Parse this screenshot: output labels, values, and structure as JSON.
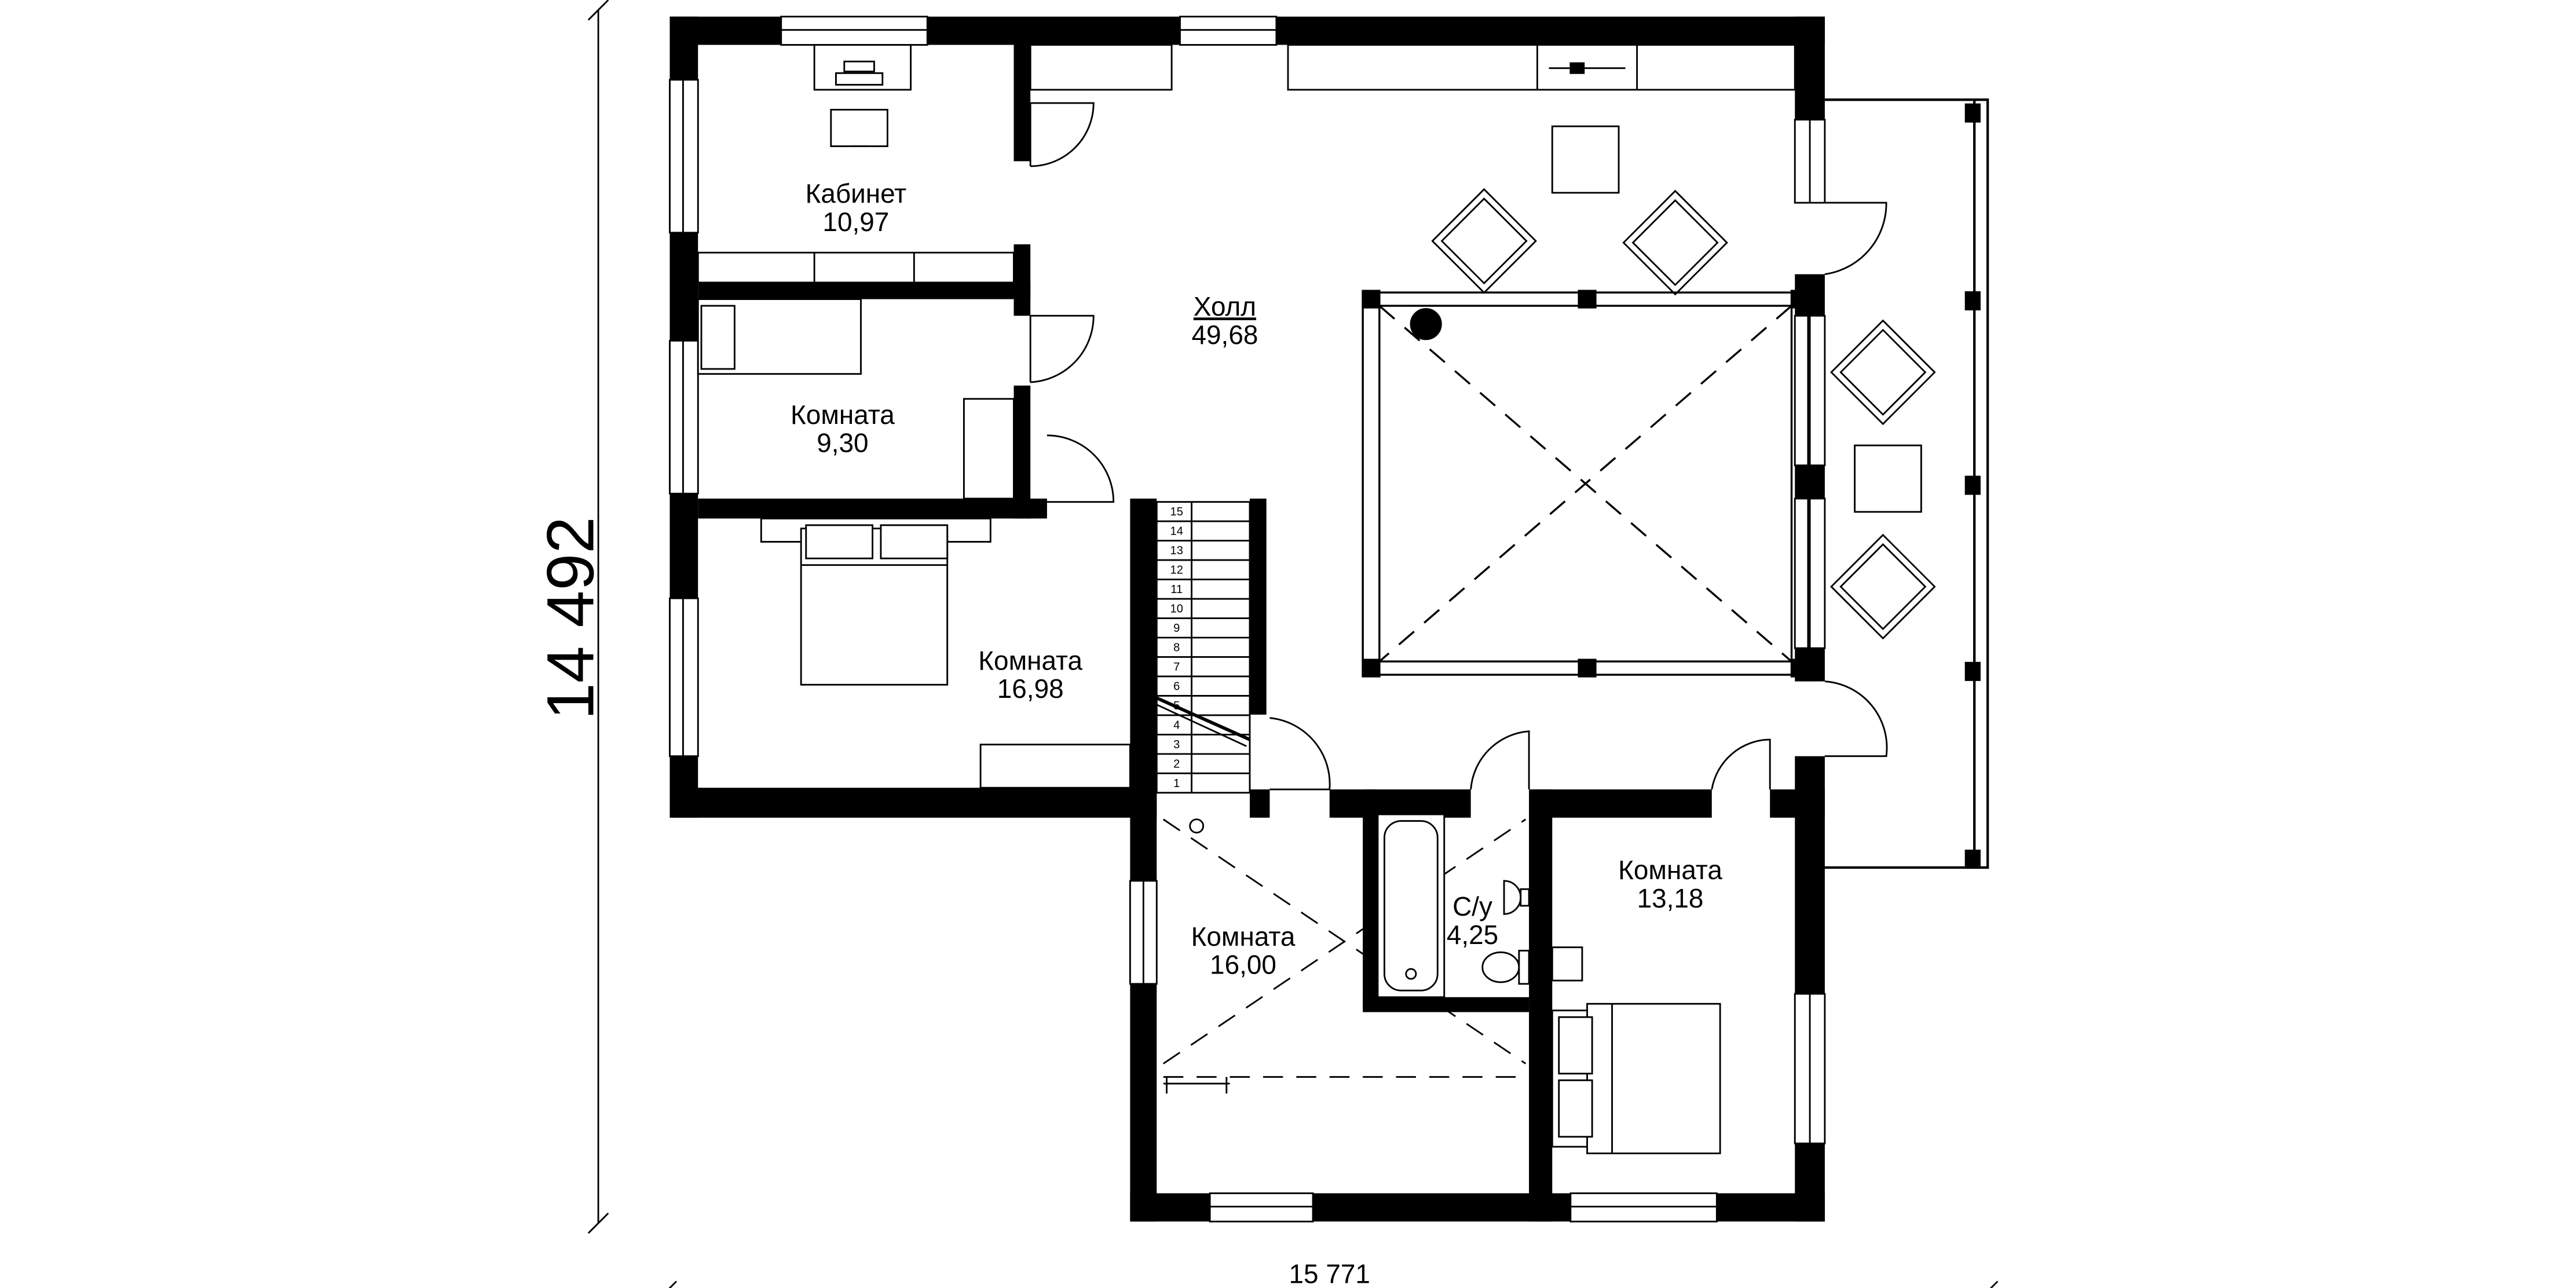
{
  "dimensions": {
    "width": "15 771",
    "height": "14 492"
  },
  "rooms": {
    "study": {
      "name": "Кабинет",
      "area": "10,97"
    },
    "hall": {
      "name": "Холл",
      "area": "49,68"
    },
    "room1": {
      "name": "Комната",
      "area": "9,30"
    },
    "room2": {
      "name": "Комната",
      "area": "16,98"
    },
    "room3": {
      "name": "Комната",
      "area": "16,00"
    },
    "bath": {
      "name": "С/у",
      "area": "4,25"
    },
    "room4": {
      "name": "Комната",
      "area": "13,18"
    }
  },
  "stair_steps": [
    "1",
    "2",
    "3",
    "4",
    "5",
    "6",
    "7",
    "8",
    "9",
    "10",
    "11",
    "12",
    "13",
    "14",
    "15"
  ]
}
